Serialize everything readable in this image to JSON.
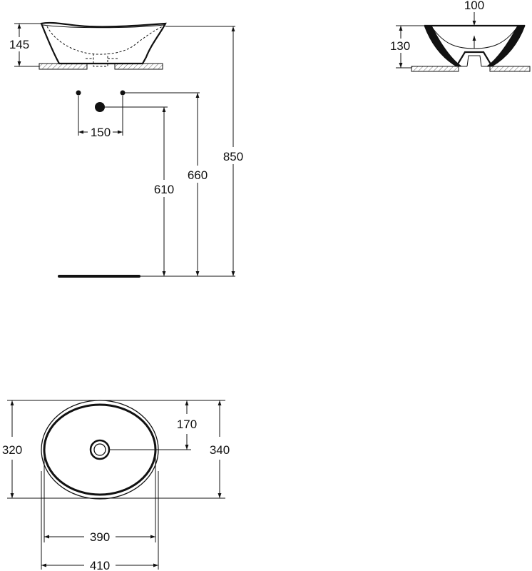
{
  "drawing": {
    "side_view": {
      "height_label": "145"
    },
    "front_view": {
      "top_label": "100",
      "height_label": "130"
    },
    "installation": {
      "tap_spacing_label": "150",
      "waste_height_label": "610",
      "tap_height_label": "660",
      "rim_height_label": "850"
    },
    "plan_view": {
      "inner_depth_label": "320",
      "outer_depth_label": "340",
      "waste_offset_label": "170",
      "inner_width_label": "390",
      "outer_width_label": "410"
    }
  }
}
